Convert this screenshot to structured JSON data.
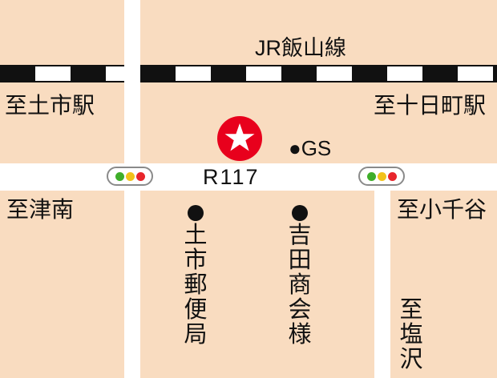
{
  "colors": {
    "land": "#f9dcc0",
    "road": "#ffffff",
    "rail_dark": "#111111",
    "star_red": "#e8001c",
    "text": "#111111",
    "signal_green": "#3fae2a",
    "signal_yellow": "#f2c21a",
    "signal_red": "#e8262c"
  },
  "railway": {
    "label": "JR飯山線"
  },
  "road": {
    "label": "R117"
  },
  "directions": {
    "to_doichi_station": "至土市駅",
    "to_tokamachi_station": "至十日町駅",
    "to_tsunan": "至津南",
    "to_kochiya": "至小千谷",
    "to_shiozawa": "至塩沢"
  },
  "landmarks": {
    "gs": "●GS",
    "post_office": "土市郵便局",
    "yoshida_shoten": "吉田商会様"
  },
  "icons": {
    "destination": "red-star-icon",
    "signal": "traffic-signal-icon",
    "marker": "dot-marker-icon"
  }
}
